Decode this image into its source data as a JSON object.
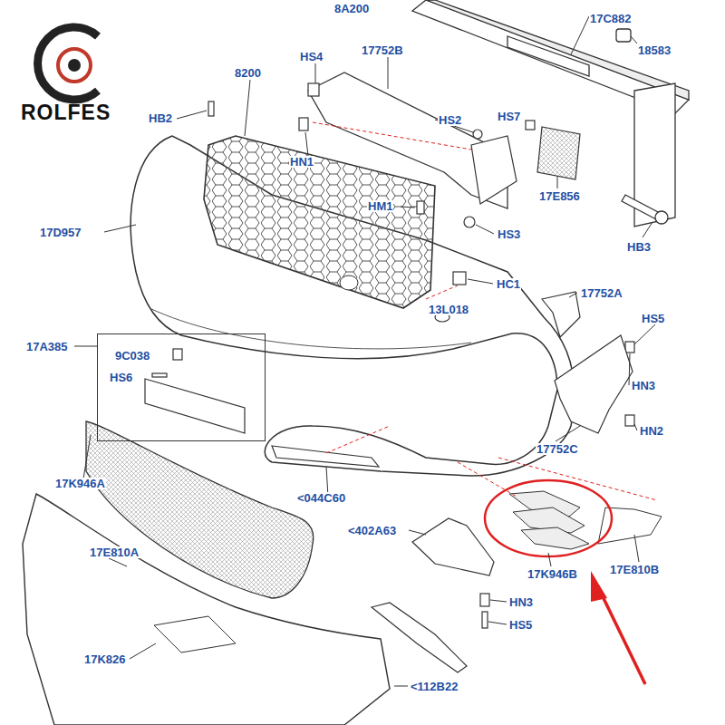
{
  "diagram": {
    "nodes": [
      {
        "text": [
          "9C038",
          "HS6"
        ]
      }
    ],
    "labels": [
      "ROLFES",
      "8A200",
      "17C882",
      "18583",
      "HS4",
      "17752B",
      "8200",
      "HB2",
      "HS2",
      "HS7",
      "HN1",
      "17E856",
      "17D957",
      "HM1",
      "HS3",
      "HB3",
      "HC1",
      "17752A",
      "13L018",
      "HS5",
      "17A385",
      "HN3",
      "HN2",
      "17752C",
      "17K946A",
      "<044C60",
      "<402A63",
      "17E810A",
      "17K946B",
      "17E810B",
      "HN3",
      "HS5",
      "17K826",
      "<112B22"
    ]
  }
}
